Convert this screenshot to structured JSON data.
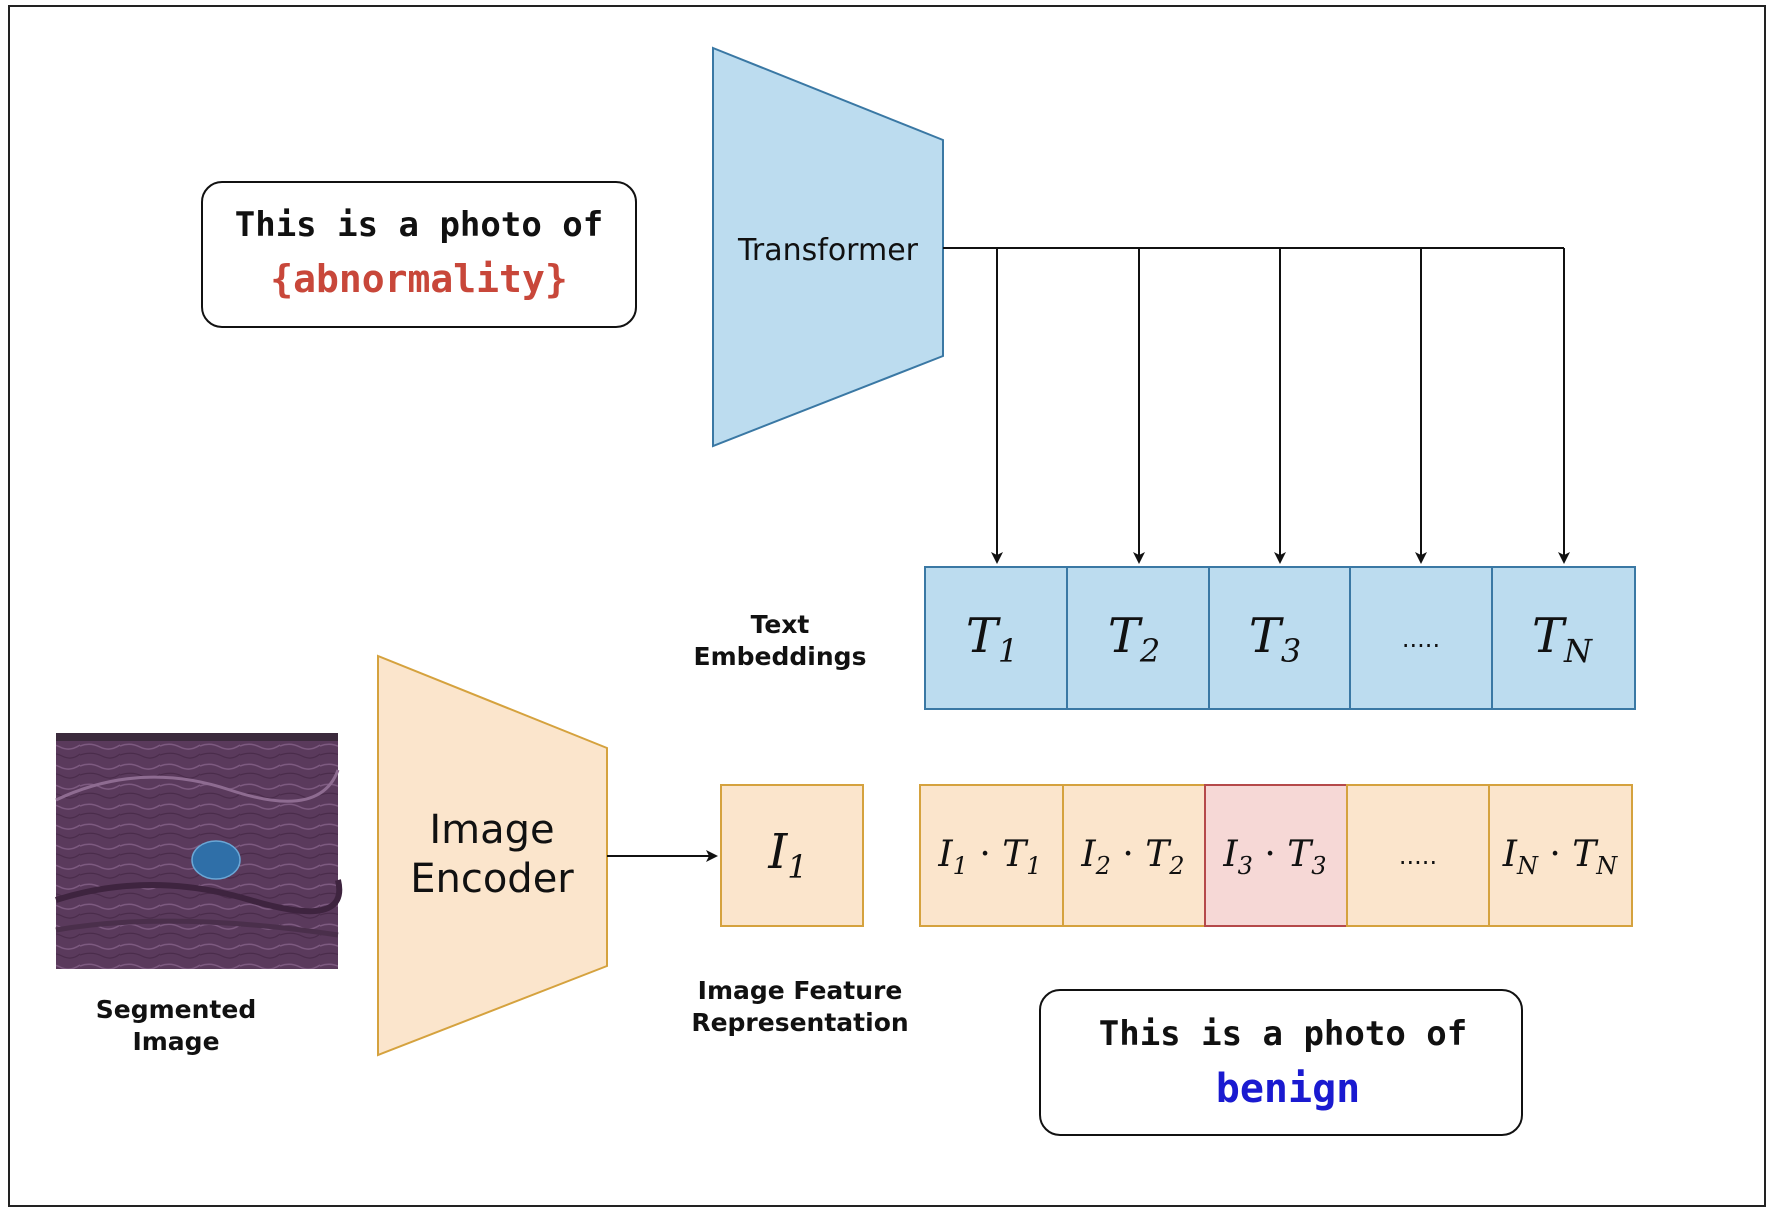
{
  "prompt_top": {
    "line1": "This is a photo of",
    "line2": "{abnormality}",
    "highlight_color": "#c8473a"
  },
  "text_encoder": {
    "label": "Transformer",
    "fill": "#bcdcef",
    "stroke": "#3a78a4"
  },
  "text_embeddings": {
    "label_line1": "Text",
    "label_line2": "Embeddings",
    "cells": [
      {
        "base": "T",
        "sub": "1"
      },
      {
        "base": "T",
        "sub": "2"
      },
      {
        "base": "T",
        "sub": "3"
      },
      {
        "base": "",
        "sub": "",
        "ellipsis": "....."
      },
      {
        "base": "T",
        "sub": "N"
      }
    ]
  },
  "image": {
    "caption_line1": "Segmented",
    "caption_line2": "Image"
  },
  "image_encoder": {
    "label_line1": "Image",
    "label_line2": "Encoder",
    "fill": "#fbe5cc",
    "stroke": "#d5a23e"
  },
  "image_feature": {
    "base": "I",
    "sub": "1",
    "caption_line1": "Image Feature",
    "caption_line2": "Representation"
  },
  "similarity": {
    "cells": [
      {
        "a": "I",
        "as": "1",
        "b": "T",
        "bs": "1",
        "highlight": false
      },
      {
        "a": "I",
        "as": "2",
        "b": "T",
        "bs": "2",
        "highlight": false
      },
      {
        "a": "I",
        "as": "3",
        "b": "T",
        "bs": "3",
        "highlight": true
      },
      {
        "ellipsis": ".....",
        "highlight": false
      },
      {
        "a": "I",
        "as": "N",
        "b": "T",
        "bs": "N",
        "highlight": false
      }
    ],
    "fill": "#fbe5cc",
    "highlight_fill": "#f6d8d6",
    "highlight_stroke": "#b5494a"
  },
  "prompt_result": {
    "line1": "This is a photo of",
    "line2": "benign",
    "highlight_color": "#1a1ad0"
  }
}
